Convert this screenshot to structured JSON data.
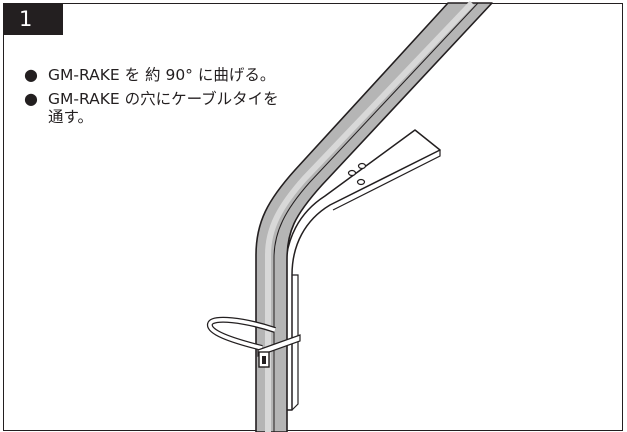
{
  "step": {
    "number": "1"
  },
  "instructions": [
    {
      "bullet": "●",
      "text": "GM-RAKE を 約 90° に曲げる。"
    },
    {
      "bullet": "●",
      "text": "GM-RAKE の穴にケーブルタイを通す。"
    }
  ],
  "colors": {
    "ink": "#231f20",
    "pipe_fill": "#b5b5b5",
    "pipe_highlight": "#d8d8d8",
    "background": "#ffffff"
  }
}
